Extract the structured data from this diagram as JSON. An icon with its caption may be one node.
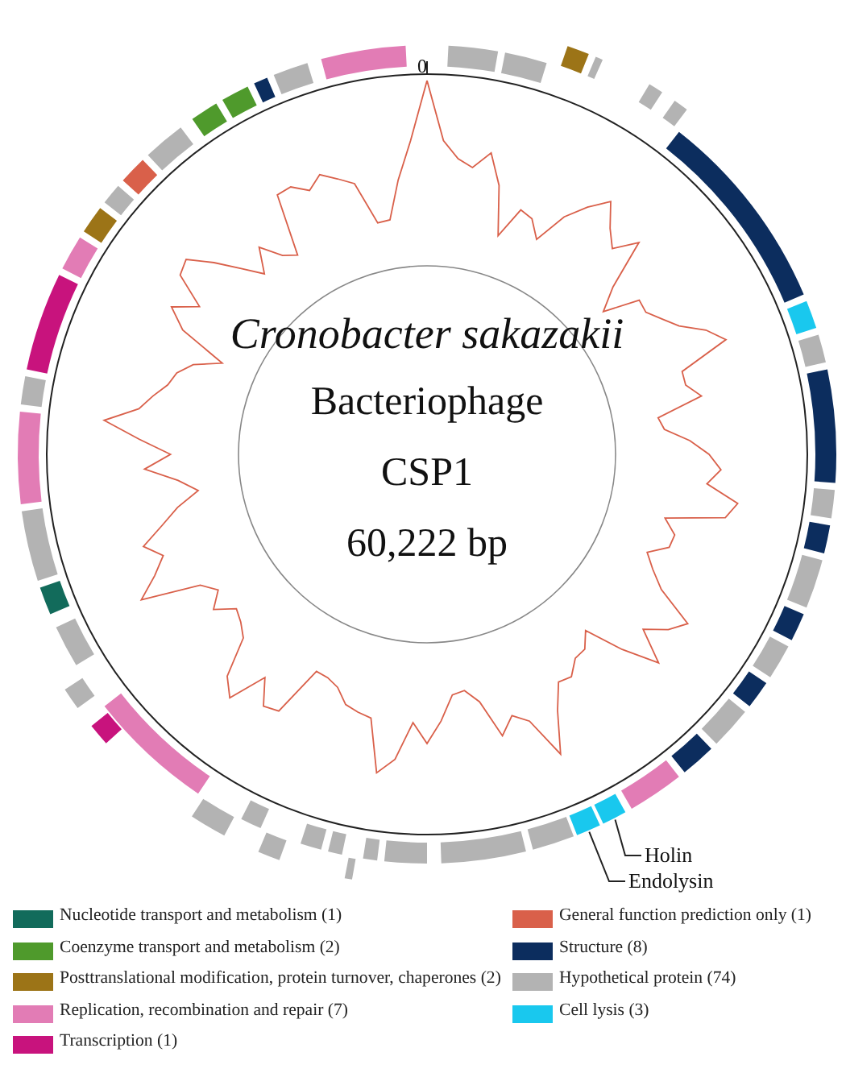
{
  "diagram": {
    "nodes": [
      {
        "text": [
          "Holin"
        ]
      },
      {
        "text": [
          "Endolysin"
        ]
      },
      {
        "text": [],
        "shape": "bar"
      },
      {
        "text": [],
        "shape": "bar"
      }
    ],
    "edges": [
      {
        "from": 0,
        "to": 3,
        "arrow": "none"
      },
      {
        "from": 1,
        "to": 2,
        "arrow": "none"
      }
    ],
    "labels": [
      "0",
      "Cronobacter sakazakii",
      "Bacteriophage",
      "CSP1",
      "60,222 bp"
    ],
    "legend": [
      {
        "text": "Nucleotide transport and metabolism (1)",
        "color": "#126b5b"
      },
      {
        "text": "Coenzyme transport and metabolism  (2)",
        "color": "#4f9a2c"
      },
      {
        "text": "Posttranslational modification, protein turnover, chaperones (2)",
        "color": "#9c7417"
      },
      {
        "text": "Replication, recombination and repair  (7)",
        "color": "#e27cb5"
      },
      {
        "text": "Transcription (1)",
        "color": "#c8137d"
      },
      {
        "text": "General function prediction only (1)",
        "color": "#d9604a"
      },
      {
        "text": "Structure (8)",
        "color": "#0c2d5e"
      },
      {
        "text": "Hypothetical protein (74)",
        "color": "#b3b3b3"
      },
      {
        "text": "Cell lysis (3)",
        "color": "#19c8ee"
      }
    ]
  }
}
